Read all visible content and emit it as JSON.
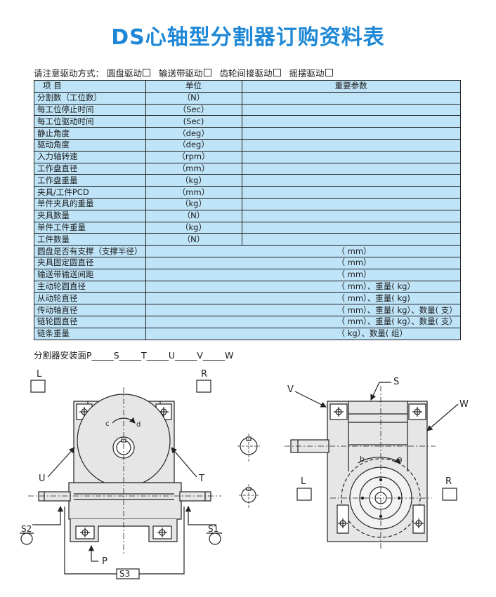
{
  "title": "DS心轴型分割器订购资料表",
  "drive": {
    "label": "请注意驱动方式：",
    "options": [
      "圆盘驱动",
      "输送带驱动",
      "齿轮间接驱动",
      "摇摆驱动"
    ]
  },
  "table": {
    "headers": [
      "项  目",
      "单位",
      "重要参数"
    ],
    "rows": [
      {
        "item": "分割数（工位数）",
        "unit": "（N）"
      },
      {
        "item": "每工位停止时间",
        "unit": "（Sec）"
      },
      {
        "item": "每工位驱动时间",
        "unit": "(Sec)"
      },
      {
        "item": "静止角度",
        "unit": "（deg）"
      },
      {
        "item": "驱动角度",
        "unit": "（deg）"
      },
      {
        "item": "入力轴转速",
        "unit": "（rpm）"
      },
      {
        "item": "工作盘直径",
        "unit": "（mm）"
      },
      {
        "item": "工作盘重量",
        "unit": "（kg）"
      },
      {
        "item": "夹具/工件PCD",
        "unit": "（mm）"
      },
      {
        "item": "单件夹具的重量",
        "unit": "（kg）"
      },
      {
        "item": "夹具数量",
        "unit": "（N）"
      },
      {
        "item": "单件工件重量",
        "unit": "（kg）"
      },
      {
        "item": "工件数量",
        "unit": "（N）"
      }
    ],
    "wide_rows": [
      {
        "item": "圆盘是否有支撑（支撑半径）",
        "value": "（          mm）"
      },
      {
        "item": "夹具固定圆直径",
        "value": "（          mm）"
      },
      {
        "item": "输送带输送间距",
        "value": "（          mm）"
      },
      {
        "item": "主动轮圆直径",
        "value": "（        mm）、重量(        kg）"
      },
      {
        "item": "从动轮直径",
        "value": "（        mm）、重量(        kg)"
      },
      {
        "item": "传动轴直径",
        "value": "（        mm）、重量(        kg）、数量(        支）"
      },
      {
        "item": "链轮圆直径",
        "value": "（        mm）、重量(        kg）、数量(        支）"
      },
      {
        "item": "链条重量",
        "value": "（              kg）、数量(        组）"
      }
    ]
  },
  "mount_face": "分割器安装面P_____S_____T_____U_____V_____W",
  "drawing": {
    "labels": {
      "L": "L",
      "R": "R",
      "U": "U",
      "T": "T",
      "P": "P",
      "S1": "S1",
      "S2": "S2",
      "S3": "S3",
      "V": "V",
      "S": "S",
      "W": "W",
      "a": "a",
      "b": "b",
      "c": "c",
      "d": "d",
      "L2": "L",
      "R2": "R"
    }
  },
  "colors": {
    "title": "#1e88d6",
    "table_bg": "#bfe3f7",
    "drawing_fill": "#e6e6e6",
    "line": "#222222"
  }
}
